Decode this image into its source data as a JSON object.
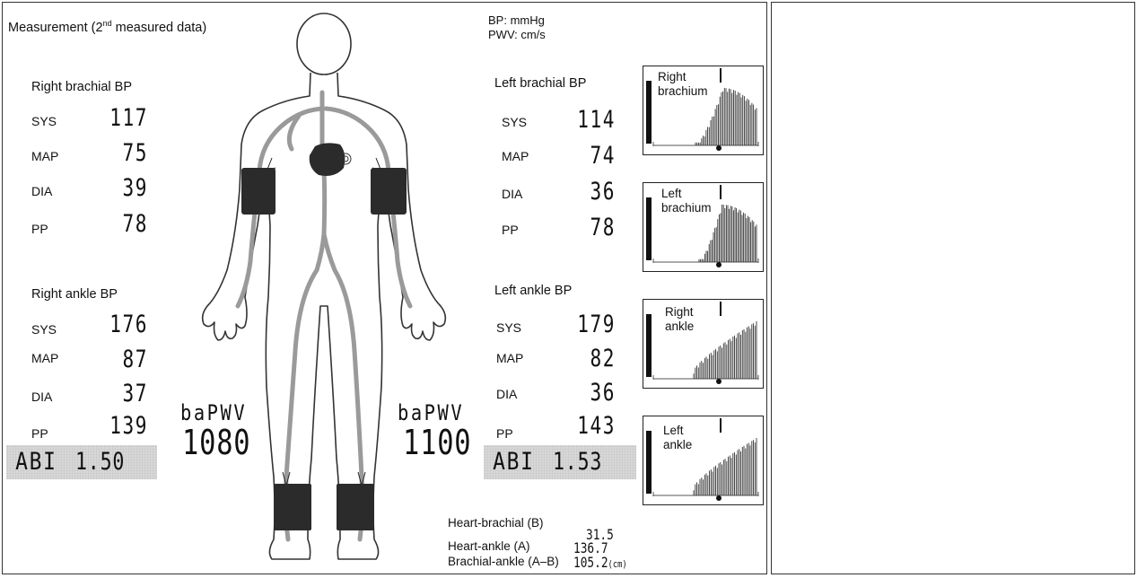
{
  "title": "Measurement (2",
  "title_sup": "nd",
  "title_tail": " measured data)",
  "units": {
    "bp": "BP: mmHg",
    "pwv": "PWV: cm/s"
  },
  "right_brachial": {
    "heading": "Right brachial BP",
    "sys_label": "SYS",
    "sys": "117",
    "map_label": "MAP",
    "map": "75",
    "dia_label": "DIA",
    "dia": "39",
    "pp_label": "PP",
    "pp": "78"
  },
  "right_ankle": {
    "heading": "Right ankle BP",
    "sys_label": "SYS",
    "sys": "176",
    "map_label": "MAP",
    "map": "87",
    "dia_label": "DIA",
    "dia": "37",
    "pp_label": "PP",
    "pp": "139"
  },
  "left_brachial": {
    "heading": "Left brachial BP",
    "sys_label": "SYS",
    "sys": "114",
    "map_label": "MAP",
    "map": "74",
    "dia_label": "DIA",
    "dia": "36",
    "pp_label": "PP",
    "pp": "78"
  },
  "left_ankle": {
    "heading": "Left ankle BP",
    "sys_label": "SYS",
    "sys": "179",
    "map_label": "MAP",
    "map": "82",
    "dia_label": "DIA",
    "dia": "36",
    "pp_label": "PP",
    "pp": "143"
  },
  "abi_right": {
    "label": "ABI",
    "value": "1.50"
  },
  "abi_left": {
    "label": "ABI",
    "value": "1.53"
  },
  "bapwv_right": {
    "label": "baPWV",
    "value": "1080"
  },
  "bapwv_left": {
    "label": "baPWV",
    "value": "1100"
  },
  "waveforms": [
    {
      "label_line1": "Right",
      "label_line2": "brachium"
    },
    {
      "label_line1": "Left",
      "label_line2": "brachium"
    },
    {
      "label_line1": "Right",
      "label_line2": "ankle"
    },
    {
      "label_line1": "Left",
      "label_line2": "ankle"
    }
  ],
  "distances": {
    "heart_brachial_label": "Heart-brachial (B)",
    "heart_brachial": "31.5",
    "heart_ankle_label": "Heart-ankle (A)",
    "heart_ankle": "136.7",
    "brachial_ankle_label": "Brachial-ankle (A–B)",
    "brachial_ankle": "105.2",
    "unit": "(cm)"
  },
  "colors": {
    "cuff": "#2b2b2b",
    "artery": "#9a9a9a",
    "abi_bg": "#d9d9d9"
  }
}
